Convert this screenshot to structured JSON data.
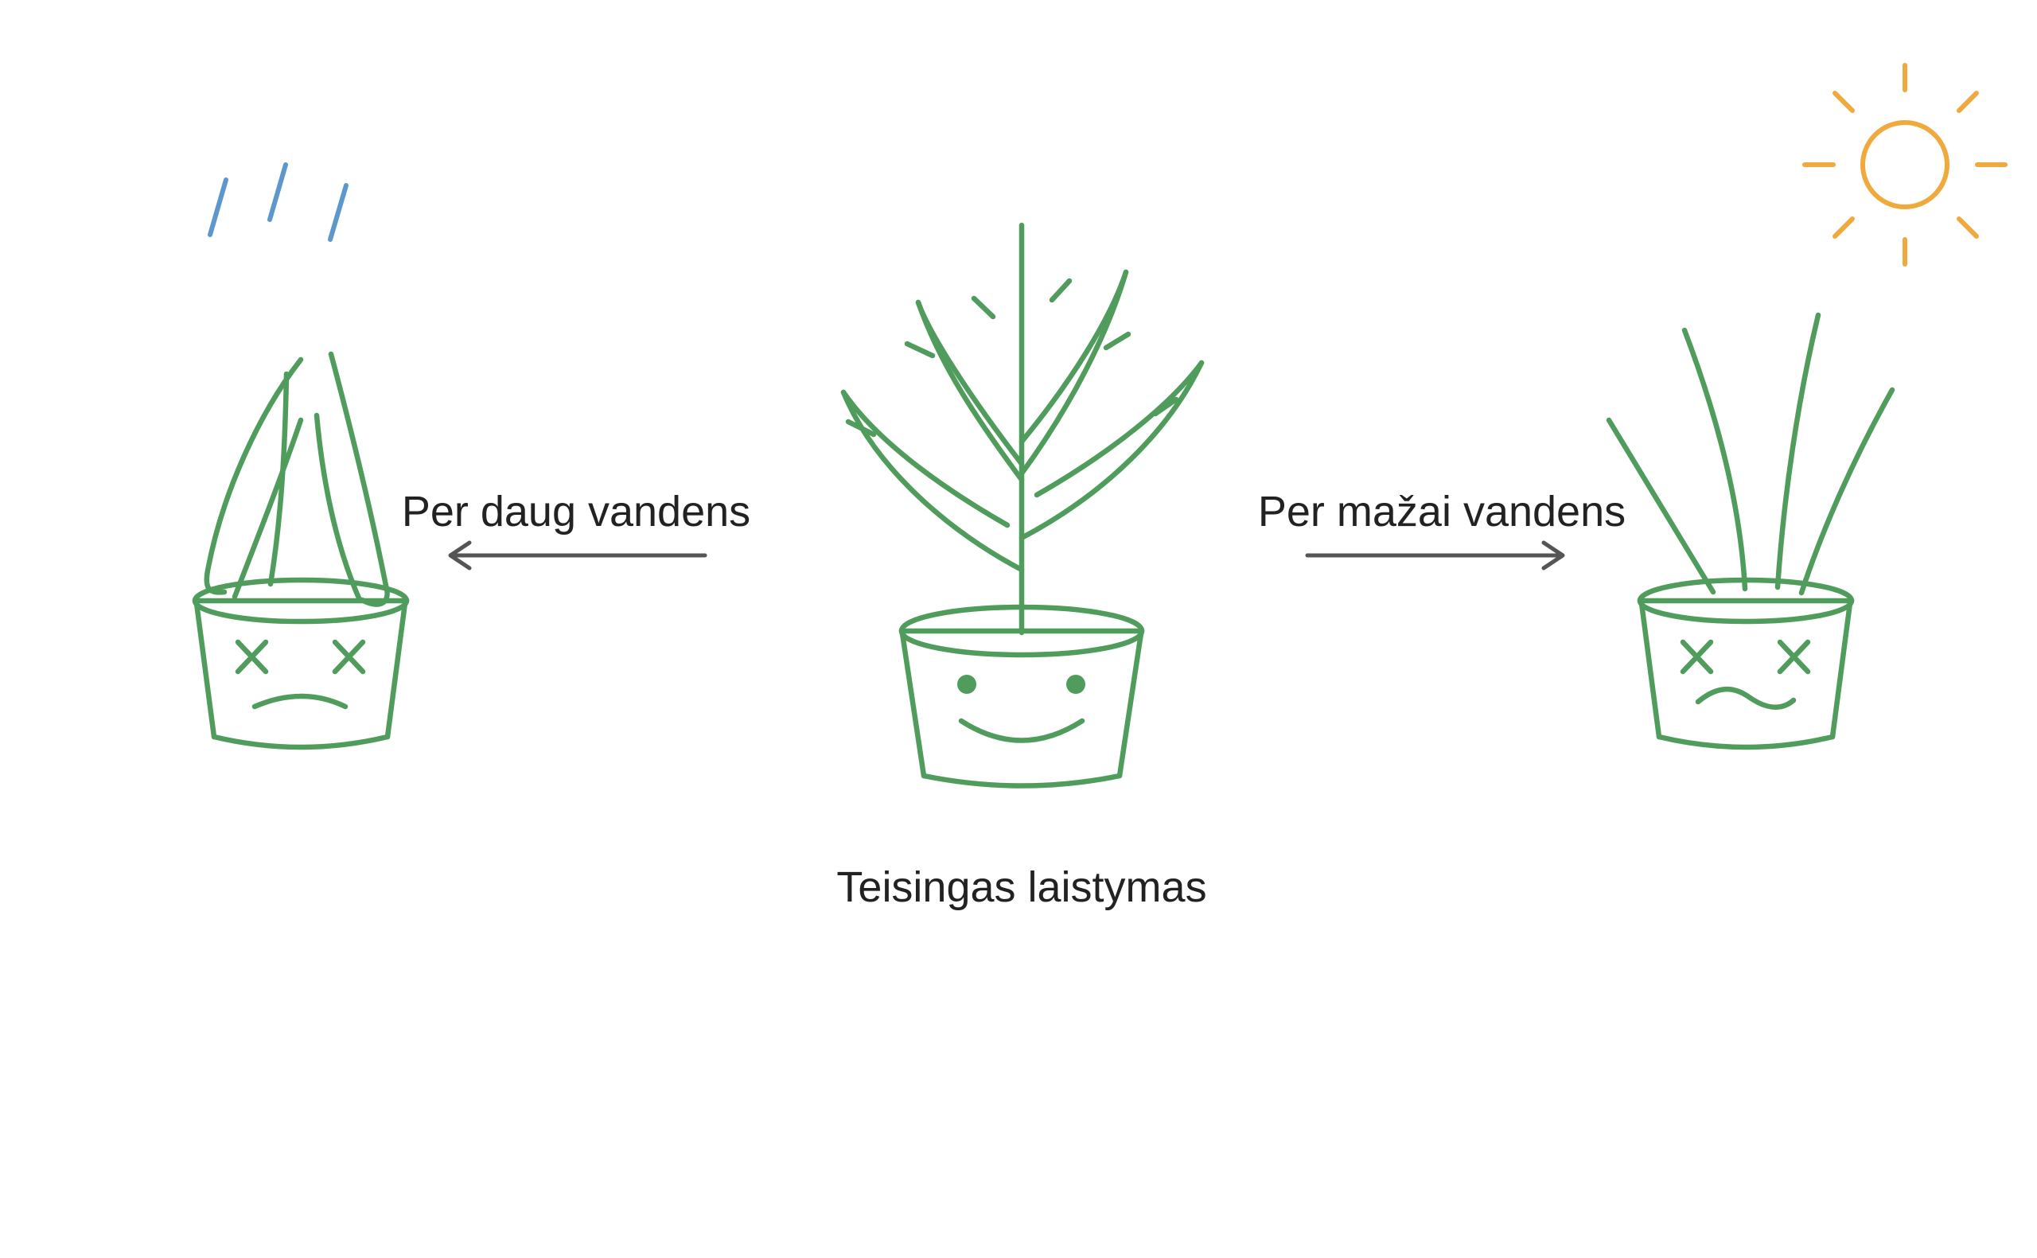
{
  "labels": {
    "too_much_water": "Per daug vandens",
    "too_little_water": "Per mažai vandens",
    "correct_watering": "Teisingas laistymas"
  },
  "icons": {
    "rain": "rain-icon",
    "sun": "sun-icon",
    "overwatered_plant": "overwatered-plant-icon",
    "healthy_plant": "healthy-plant-icon",
    "underwatered_plant": "underwatered-plant-icon",
    "left_arrow": "left-arrow-icon",
    "right_arrow": "right-arrow-icon"
  },
  "colors": {
    "plant": "#4f9c5c",
    "rain": "#5c97cd",
    "sun": "#f0a93c",
    "arrow": "#555555",
    "text": "#222222",
    "background": "#ffffff"
  }
}
